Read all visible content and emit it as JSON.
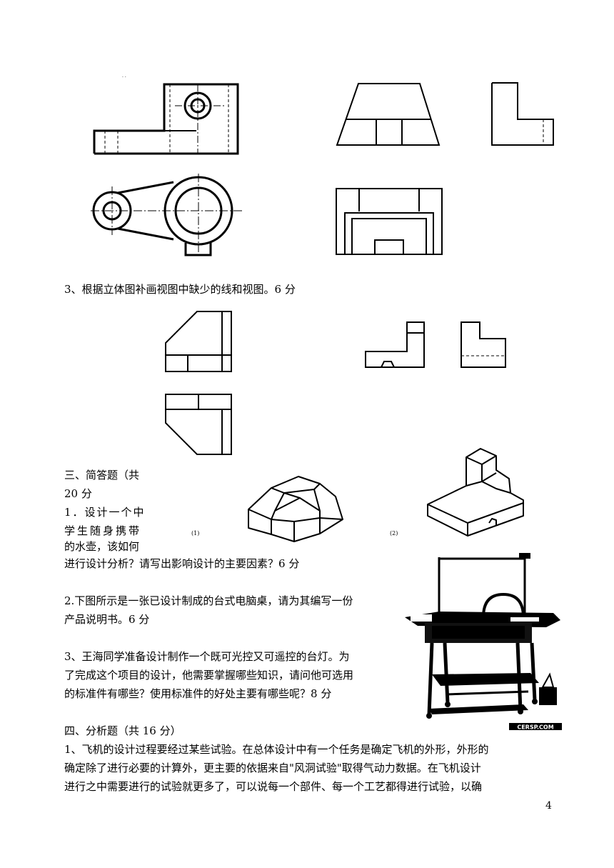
{
  "q3_title": "3、根据立体图补画视图中缺少的线和视图。6 分",
  "fig_label_1": "(1)",
  "fig_label_2": "(2)",
  "section3": {
    "heading_line1": "三、简答题（共",
    "heading_line2": "20 分",
    "q1_line1": "1．设计一个中",
    "q1_line2": "学生随身携带",
    "q1_line3": "的水壶，该如何",
    "q1_line4": "进行设计分析？请写出影响设计的主要因素？6 分",
    "q2_line1": "2.下图所示是一张已设计制成的台式电脑桌，请为其编写一份",
    "q2_line2": "产品说明书。6 分",
    "q3_line1": "3、王海同学准备设计制作一个既可光控又可遥控的台灯。为",
    "q3_line2": "了完成这个项目的设计，他需要掌握哪些知识，请问他可选用",
    "q3_line3": "的标准件有哪些？使用标准件的好处主要有哪些呢？8 分"
  },
  "photo_watermark": "CERSP.COM",
  "section4": {
    "heading": "四、分析题（共 16 分）",
    "p1_line1": "1、飞机的设计过程要经过某些试验。在总体设计中有一个任务是确定飞机的外形，外形的",
    "p1_line2": "确定除了进行必要的计算外，更主要的依据来自\"风洞试验\"取得气动力数据。在飞机设计",
    "p1_line3": "进行之中需要进行的试验就更多了，可以说每一个部件、每一个工艺都得进行试验，以确"
  },
  "page_number": "4"
}
